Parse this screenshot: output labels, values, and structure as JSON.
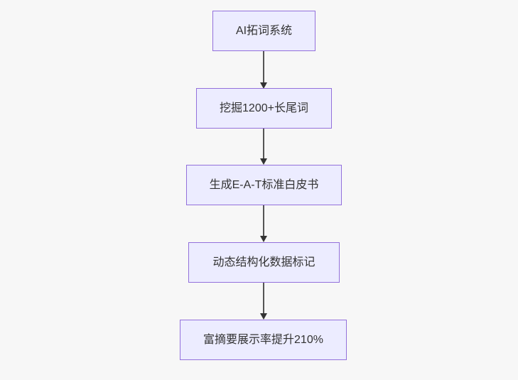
{
  "diagram": {
    "type": "flowchart",
    "direction": "top-down",
    "nodes": [
      {
        "id": "1",
        "label": "AI拓词系统"
      },
      {
        "id": "2",
        "label": "挖掘1200+长尾词"
      },
      {
        "id": "3",
        "label": "生成E-A-T标准白皮书"
      },
      {
        "id": "4",
        "label": "动态结构化数据标记"
      },
      {
        "id": "5",
        "label": "富摘要展示率提升210%"
      }
    ],
    "edges": [
      {
        "from": "1",
        "to": "2"
      },
      {
        "from": "2",
        "to": "3"
      },
      {
        "from": "3",
        "to": "4"
      },
      {
        "from": "4",
        "to": "5"
      }
    ],
    "colors": {
      "background": "#f7f7f7",
      "node_fill": "#ececff",
      "node_border": "#9370db",
      "edge_line": "#555555",
      "arrowhead": "#333333",
      "text": "#333333"
    }
  }
}
